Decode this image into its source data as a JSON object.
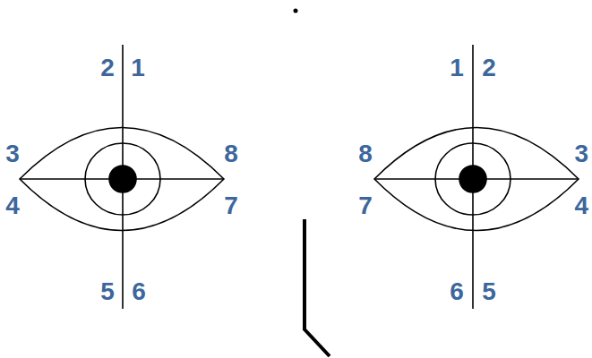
{
  "diagram": {
    "labels": [
      "2",
      "1",
      "3",
      "8",
      "4",
      "7",
      "5",
      "6",
      "1",
      "2",
      "8",
      "3",
      "7",
      "4",
      "6",
      "5"
    ]
  }
}
